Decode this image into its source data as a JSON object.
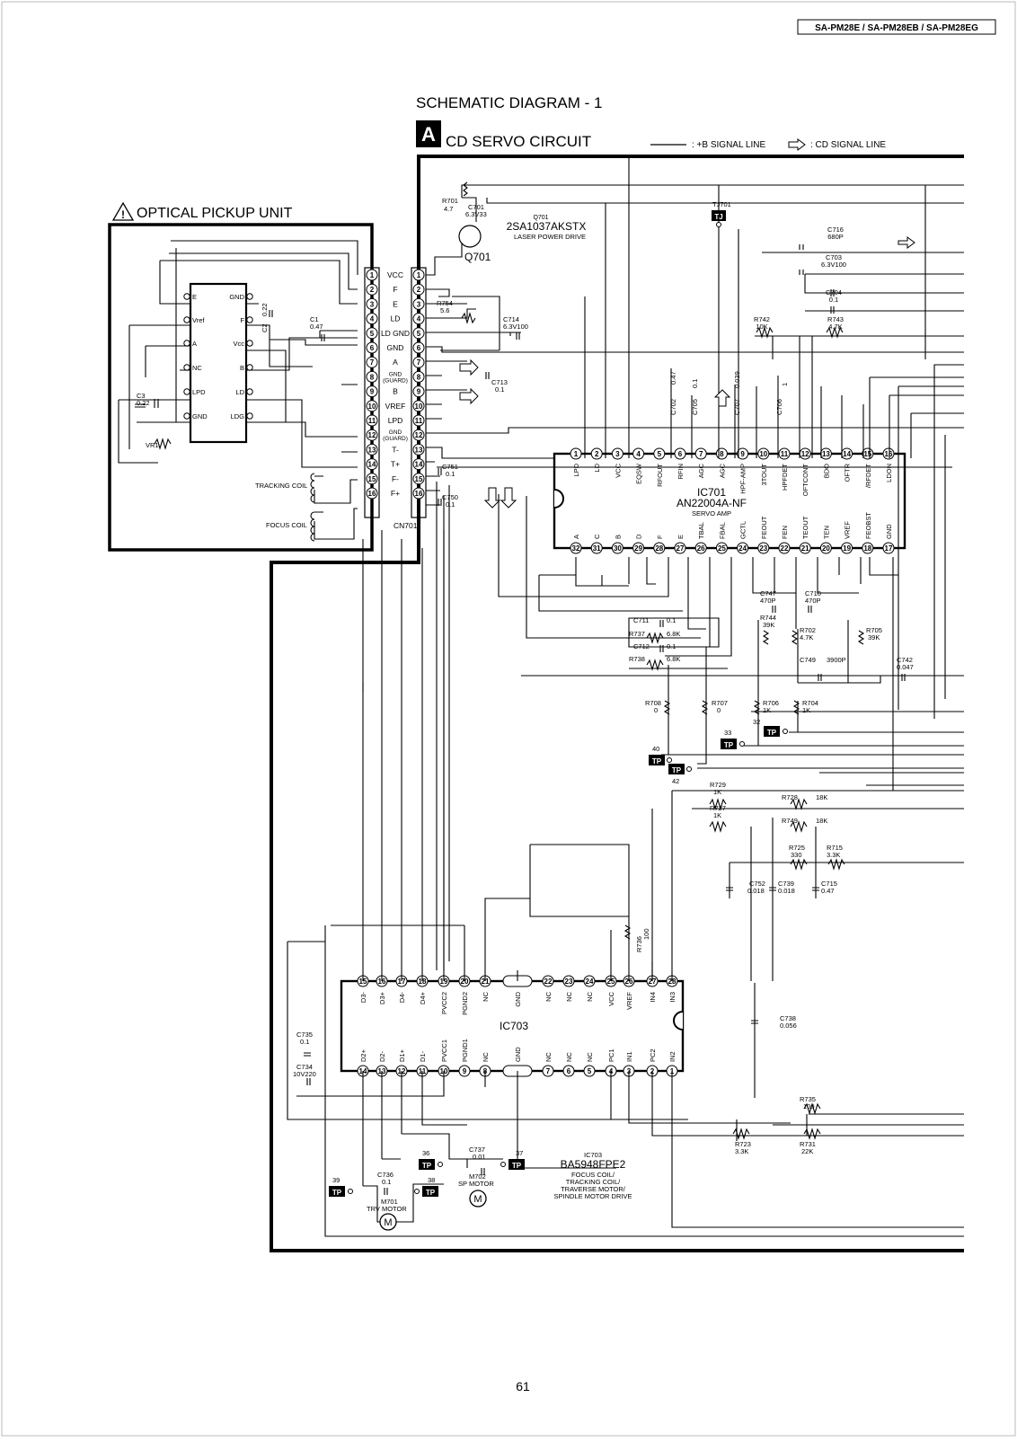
{
  "header": {
    "model": "SA-PM28E / SA-PM28EB / SA-PM28EG"
  },
  "diagram": {
    "title": "SCHEMATIC DIAGRAM - 1",
    "section_letter": "A",
    "section_title": "CD SERVO CIRCUIT",
    "legend_b": ": +B SIGNAL LINE",
    "legend_cd": ": CD SIGNAL LINE",
    "opu_title": "OPTICAL PICKUP UNIT",
    "page_number": "61"
  },
  "opu": {
    "left_pins": [
      "E",
      "Vref",
      "A",
      "NC",
      "LPD",
      "GND"
    ],
    "right_pins": [
      "GND",
      "F",
      "Vcc",
      "B",
      "LD",
      "LDG"
    ],
    "c2": "0.22",
    "c2_name": "C2",
    "c3": "C3",
    "c3_val": "0.22",
    "vr1": "VR1",
    "tracking": "TRACKING COIL",
    "focus": "FOCUS COIL"
  },
  "cn701": {
    "name": "CN701",
    "labels": [
      "VCC",
      "F",
      "E",
      "LD",
      "LD GND",
      "GND",
      "A",
      "GND (GUARD)",
      "B",
      "VREF",
      "LPD",
      "GND (GUARD)",
      "T-",
      "T+",
      "F-",
      "F+"
    ],
    "c1": "C1",
    "c1_val": "0.47"
  },
  "q701": {
    "name": "Q701",
    "label": "Q701",
    "part": "2SA1037AKSTX",
    "desc": "LASER POWER DRIVE"
  },
  "ic701": {
    "name": "IC701",
    "part": "AN22004A-NF",
    "desc": "SERVO AMP",
    "top_pins": [
      "LPD",
      "LD",
      "VCC",
      "EQSW",
      "RFOUT",
      "RFIN",
      "AGC",
      "AGC",
      "HPF-AMP",
      "3TOUT",
      "HPFDET",
      "OFTCONT",
      "BDO",
      "OFTR",
      "/RFDET",
      "LDON"
    ],
    "bottom_pins": [
      "A",
      "C",
      "B",
      "D",
      "F",
      "E",
      "TBAL",
      "FBAL",
      "GCTL",
      "FEOUT",
      "FEN",
      "TEOUT",
      "TEN",
      "VREF",
      "FEOBST",
      "GND"
    ],
    "bottom_nums": [
      "32",
      "31",
      "30",
      "29",
      "28",
      "27",
      "26",
      "25",
      "24",
      "23",
      "22",
      "21",
      "20",
      "19",
      "18",
      "17"
    ]
  },
  "ic703": {
    "name": "IC703",
    "part": "BA5948FPE2",
    "desc1": "FOCUS COIL/",
    "desc2": "TRACKING COIL/",
    "desc3": "TRAVERSE MOTOR/",
    "desc4": "SPINDLE MOTOR DRIVE",
    "top_pins": [
      "D3-",
      "D3+",
      "D4-",
      "D4+",
      "PVCC2",
      "PGND2",
      "NC",
      "GND",
      "NC",
      "NC",
      "NC",
      "VCC",
      "VREF",
      "IN4",
      "IN3"
    ],
    "top_nums": [
      "15",
      "16",
      "17",
      "18",
      "19",
      "20",
      "21",
      "",
      "22",
      "23",
      "24",
      "25",
      "26",
      "27",
      "28"
    ],
    "bottom_pins": [
      "D2+",
      "D2-",
      "D1+",
      "D1-",
      "PVCC1",
      "PGND1",
      "NC",
      "GND",
      "NC",
      "NC",
      "NC",
      "PC1",
      "IN1",
      "PC2",
      "IN2"
    ],
    "bottom_nums": [
      "14",
      "13",
      "12",
      "11",
      "10",
      "9",
      "8",
      "",
      "7",
      "6",
      "5",
      "4",
      "3",
      "2",
      "1"
    ]
  },
  "parts": {
    "r701": "R701",
    "r701v": "4.7",
    "c701": "C701",
    "c701v": "6.3V33",
    "tj701": "TJ701",
    "tj": "TJ",
    "c716": "C716",
    "c716v": "680P",
    "c703": "C703",
    "c703v": "6.3V100",
    "c704": "C704",
    "c704v": "0.1",
    "r742": "R742",
    "r742v": "10K",
    "r743": "R743",
    "r743v": "4.7K",
    "r754": "R754",
    "r754v": "5.6",
    "c714": "C714",
    "c714v": "6.3V100",
    "c713": "C713",
    "c713v": "0.1",
    "c702": "C702",
    "c702v": "0.47",
    "c705": "C705",
    "c705v": "0.1",
    "c707": "C707",
    "c707v": "0.039",
    "c706": "C706",
    "c706v": "1",
    "c751": "C751",
    "c751v": "0.1",
    "c750": "C750",
    "c750v": "0.1",
    "c711": "C711",
    "c711v": "0.1",
    "r737": "R737",
    "r737v": "6.8K",
    "c712": "C712",
    "c712v": "0.1",
    "r738": "R738",
    "r738v": "6.8K",
    "c747": "C747",
    "c747v": "470P",
    "c710": "C710",
    "c710v": "470P",
    "r744": "R744",
    "r744v": "39K",
    "r702": "R702",
    "r702v": "4.7K",
    "r705": "R705",
    "r705v": "39K",
    "c749": "C749",
    "c749v": "3900P",
    "c742": "C742",
    "c742v": "0.047",
    "r708": "R708",
    "r708v": "0",
    "r707": "R707",
    "r707v": "0",
    "r706": "R706",
    "r706v": "1K",
    "r704": "R704",
    "r704v": "1K",
    "tp": "TP",
    "tp40": "40",
    "tp42": "42",
    "tp33": "33",
    "tp32": "32",
    "r729": "R729",
    "r729v": "1K",
    "r727": "R727",
    "r727v": "1K",
    "r728": "R728",
    "r728v": "18K",
    "r749": "R749",
    "r749v": "18K",
    "r725": "R725",
    "r725v": "330",
    "r715": "R715",
    "r715v": "3.3K",
    "c752": "C752",
    "c752v": "0.018",
    "c739": "C739",
    "c739v": "0.018",
    "c715": "C715",
    "c715v": "0.47",
    "r736": "R736",
    "r736v": "100",
    "c738": "C738",
    "c738v": "0.056",
    "c735": "C735",
    "c735v": "0.1",
    "c734": "C734",
    "c734v": "10V220",
    "r735": "R735",
    "r735v": "100",
    "r723": "R723",
    "r723v": "3.3K",
    "r731": "R731",
    "r731v": "22K",
    "c737": "C737",
    "c737v": "0.01",
    "m702": "M702",
    "m702d": "SP MOTOR",
    "c736": "C736",
    "c736v": "0.1",
    "m701": "M701",
    "m701d": "TRV MOTOR",
    "tp36": "36",
    "tp37": "37",
    "tp38": "38",
    "tp39": "39",
    "ic703ref": "IC703",
    "m": "M"
  }
}
